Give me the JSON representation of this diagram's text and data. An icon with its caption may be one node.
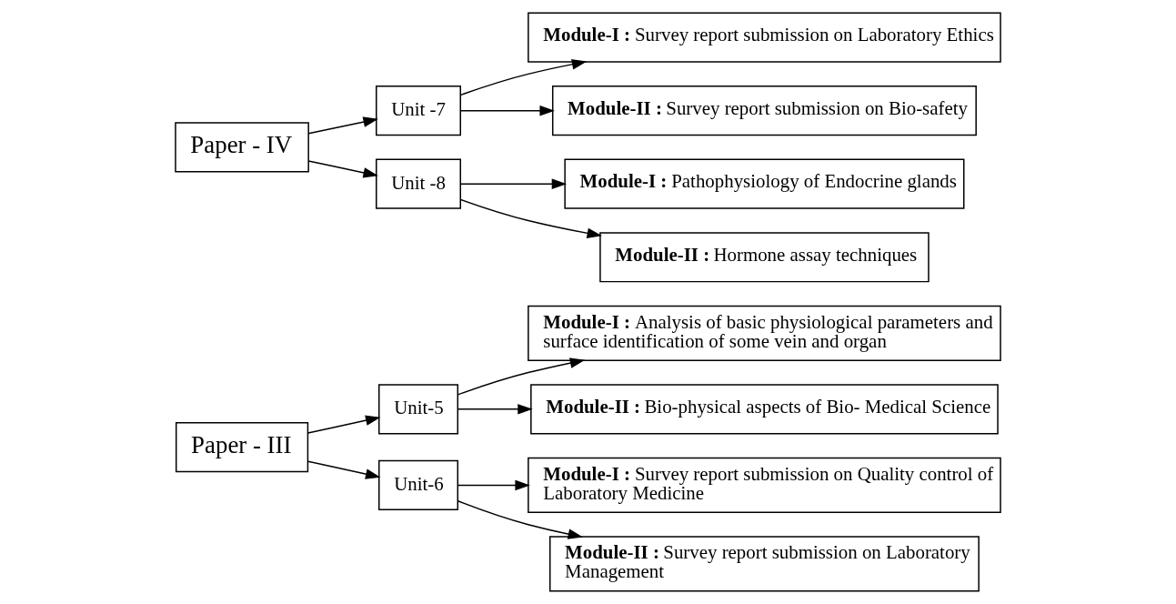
{
  "diagram": {
    "nodes": [
      {
        "text": [
          "Paper - III"
        ]
      },
      {
        "text": [
          "Unit-5"
        ]
      },
      {
        "text": [
          "Unit-6"
        ]
      },
      {
        "text": [
          "**Module-I :** Analysis of basic physiological parameters and surface identification of some vein and organ"
        ]
      },
      {
        "text": [
          "**Module-II :** Bio-physical aspects of Bio- Medical Science"
        ]
      },
      {
        "text": [
          "**Module-I :** Survey report submission on Quality control of Laboratory Medicine"
        ]
      },
      {
        "text": [
          "**Module-II :** Survey report submission on Laboratory Management"
        ]
      },
      {
        "text": [
          "Paper - IV"
        ]
      },
      {
        "text": [
          "Unit -7"
        ]
      },
      {
        "text": [
          "Unit -8"
        ]
      },
      {
        "text": [
          "**Module-I :** Survey report submission on Laboratory Ethics"
        ]
      },
      {
        "text": [
          "**Module-II :** Survey report submission on Bio-safety"
        ]
      },
      {
        "text": [
          "**Module-I :** Pathophysiology of Endocrine glands"
        ]
      },
      {
        "text": [
          "**Module-II :** Hormone assay techniques"
        ]
      }
    ],
    "edges": [
      {
        "from": 0,
        "to": 1,
        "arrow": "to"
      },
      {
        "from": 0,
        "to": 2,
        "arrow": "to"
      },
      {
        "from": 1,
        "to": 3,
        "arrow": "to"
      },
      {
        "from": 1,
        "to": 4,
        "arrow": "to"
      },
      {
        "from": 2,
        "to": 5,
        "arrow": "to"
      },
      {
        "from": 2,
        "to": 6,
        "arrow": "to"
      },
      {
        "from": 7,
        "to": 8,
        "arrow": "to"
      },
      {
        "from": 7,
        "to": 9,
        "arrow": "to"
      },
      {
        "from": 8,
        "to": 10,
        "arrow": "to"
      },
      {
        "from": 8,
        "to": 11,
        "arrow": "to"
      },
      {
        "from": 9,
        "to": 12,
        "arrow": "to"
      },
      {
        "from": 9,
        "to": 13,
        "arrow": "to"
      }
    ]
  }
}
